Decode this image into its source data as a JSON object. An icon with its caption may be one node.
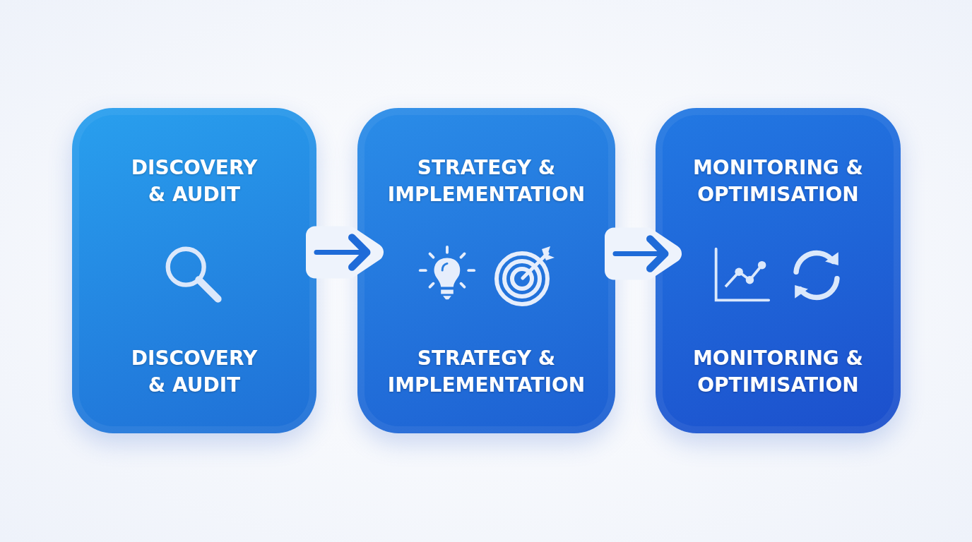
{
  "diagram": {
    "nodes": [
      {
        "text": [
          "DISCOVERY & AUDIT",
          "DISCOVERY & AUDIT"
        ]
      },
      {
        "text": [
          "STRATEGY & IMPLEMENTATION",
          "STRATEGY & IMPLEMENTATION"
        ]
      },
      {
        "text": [
          "MONITORING & OPTIMISATION",
          "MONITORING & OPTIMISATION"
        ]
      }
    ],
    "edges": [
      {
        "from": 0,
        "to": 1,
        "arrow": "to"
      },
      {
        "from": 1,
        "to": 2,
        "arrow": "to"
      }
    ]
  }
}
